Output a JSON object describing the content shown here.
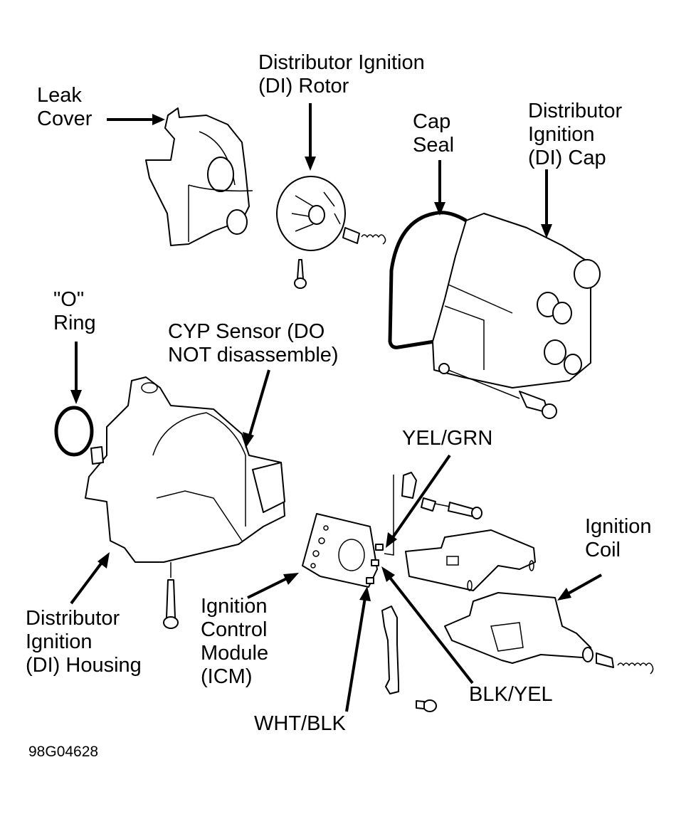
{
  "figure_id": "98G04628",
  "labels": {
    "leak_cover": "Leak\nCover",
    "di_rotor": "Distributor Ignition\n(DI) Rotor",
    "cap_seal": "Cap\nSeal",
    "di_cap": "Distributor\nIgnition\n(DI) Cap",
    "o_ring": "\"O\"\nRing",
    "cyp_sensor": "CYP Sensor (DO\nNOT disassemble)",
    "yel_grn": "YEL/GRN",
    "ignition_coil": "Ignition\nCoil",
    "di_housing": "Distributor\nIgnition\n(DI) Housing",
    "icm": "Ignition\nControl\nModule\n(ICM)",
    "blk_yel": "BLK/YEL",
    "wht_blk": "WHT/BLK"
  }
}
